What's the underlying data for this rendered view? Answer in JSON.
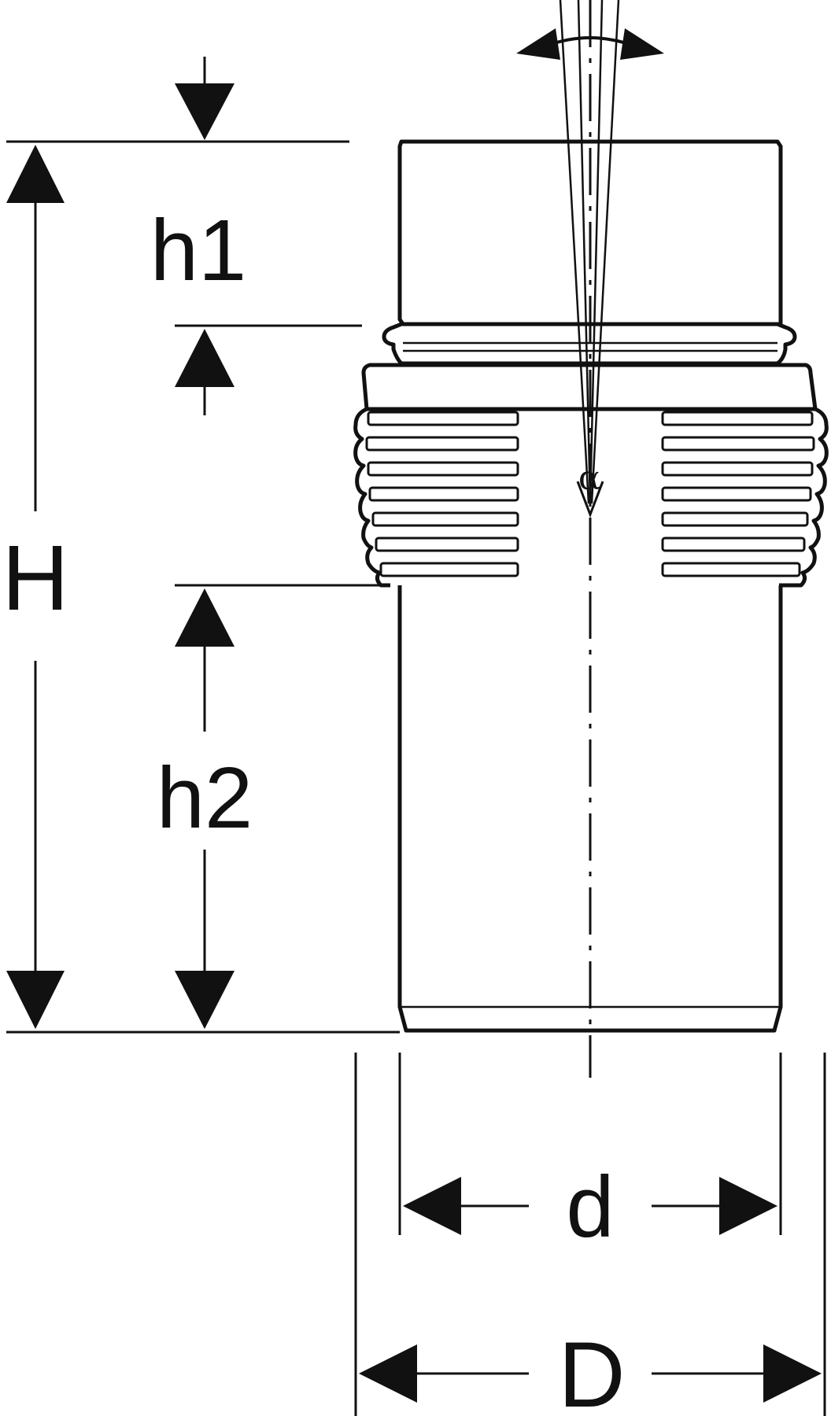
{
  "labels": {
    "h1": "h1",
    "h2": "h2",
    "H": "H",
    "d": "d",
    "D": "D",
    "alpha": "α"
  },
  "colors": {
    "line": "#111111",
    "background": "#ffffff"
  }
}
